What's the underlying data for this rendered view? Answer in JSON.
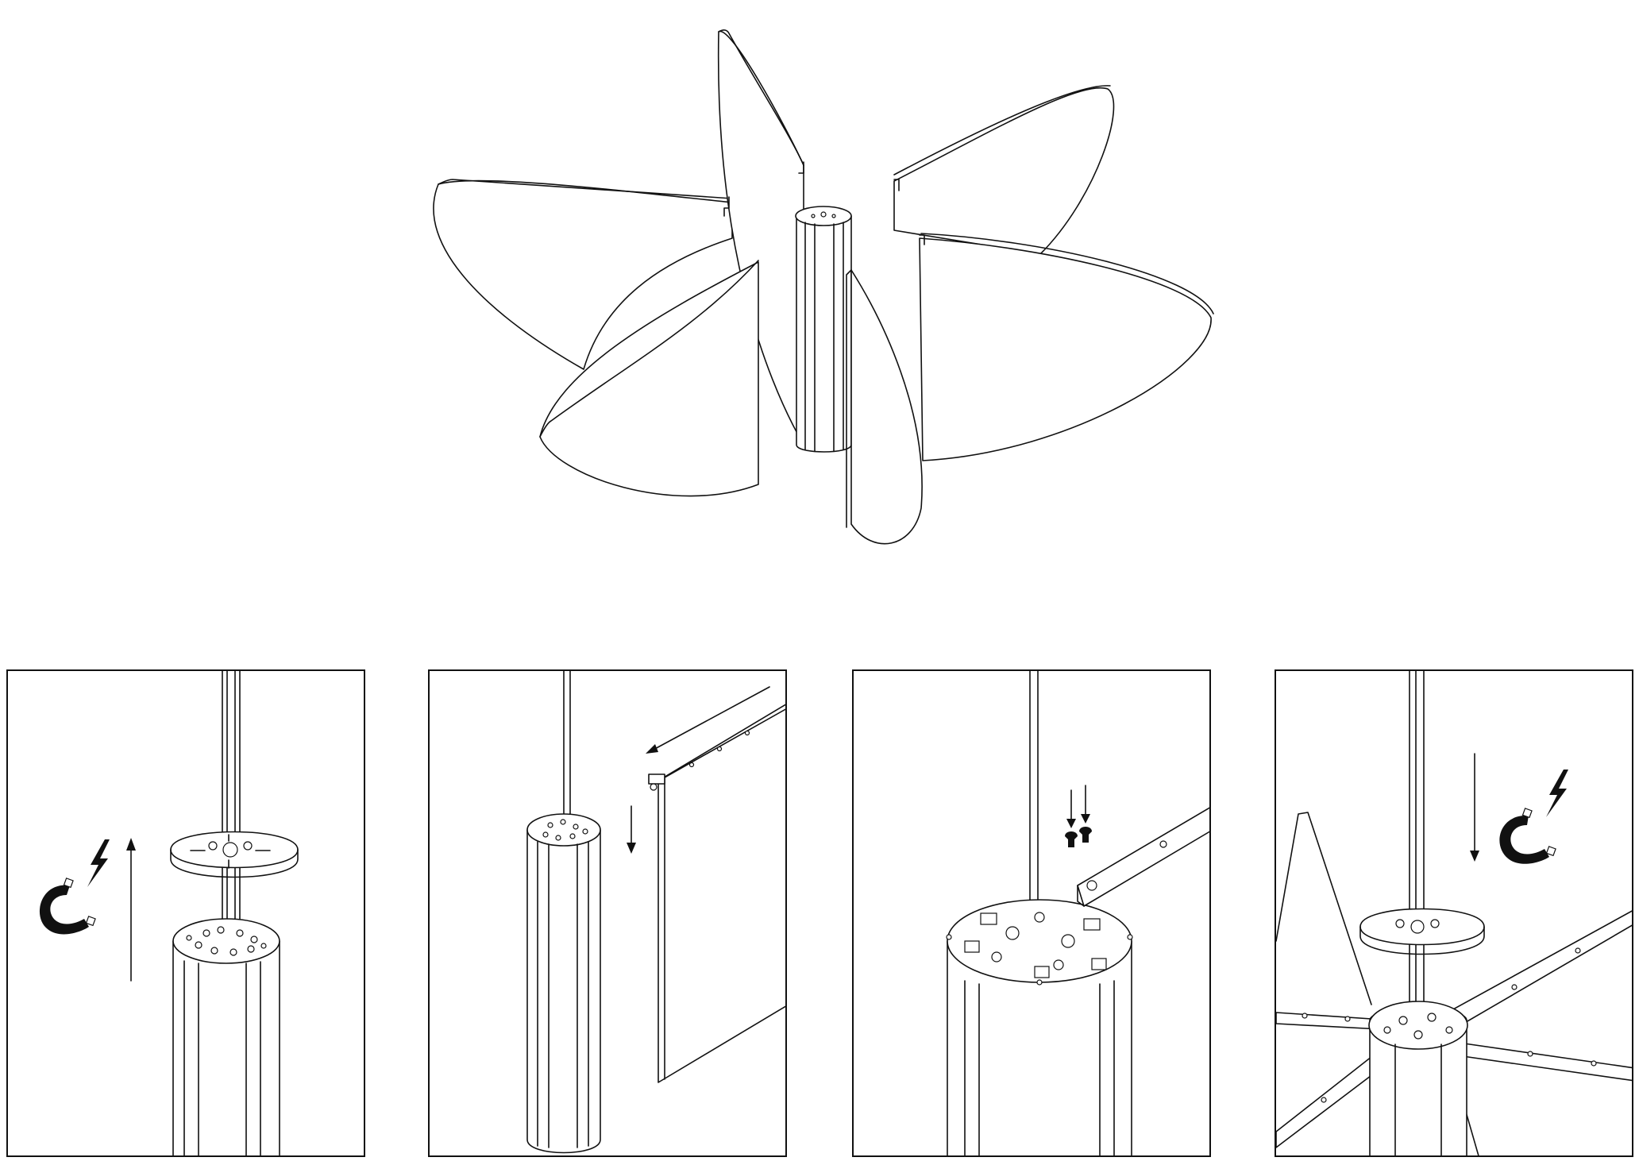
{
  "colors": {
    "line": "#111111",
    "background": "#ffffff"
  },
  "hero": {
    "panel_count": 6
  },
  "steps": [
    {
      "icons": [
        "magnet-icon",
        "lightning-icon"
      ],
      "arrow": "up"
    },
    {
      "icons": [],
      "arrow": "down"
    },
    {
      "icons": [],
      "arrow": "down"
    },
    {
      "icons": [
        "magnet-icon",
        "lightning-icon"
      ],
      "arrow": "down"
    }
  ]
}
